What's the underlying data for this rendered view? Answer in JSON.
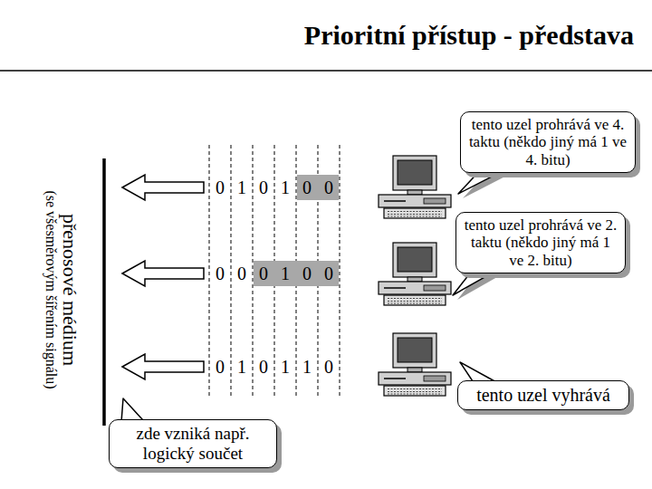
{
  "diagram": {
    "title": "Prioritní přístup - představa",
    "nodes": [
      {
        "text": [
          "tento uzel prohrává ve 4. taktu (někdo jiný má 1 ve 4. bitu)"
        ]
      },
      {
        "text": [
          "tento uzel prohrává ve 2. taktu (někdo jiný má 1 ve 2. bitu)"
        ]
      },
      {
        "text": [
          "tento uzel vyhrává"
        ]
      },
      {
        "text": [
          "zde vzniká např. logický součet"
        ]
      }
    ],
    "labels": [
      "přenosové médium",
      "(se všesměrovým šířením signálu)",
      "0 1 0 1 0 0",
      "0 0 0 1 0 0",
      "0 1 0 1 1 0"
    ]
  }
}
